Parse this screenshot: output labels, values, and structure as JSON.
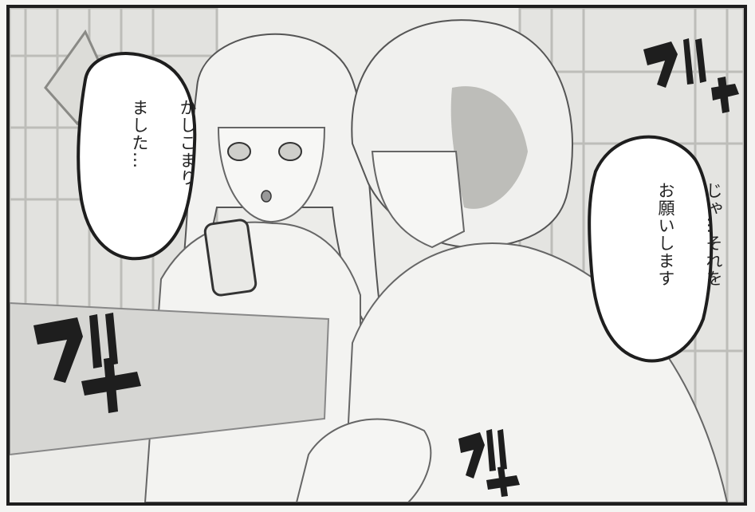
{
  "dialogue": {
    "left_bubble": {
      "line1": "かしこまり",
      "line2": "ました…"
    },
    "right_bubble": {
      "line1": "じゃ…それを",
      "line2": "お願いします"
    }
  },
  "sound_effects": [
    {
      "id": "sfx-top-right",
      "text": "ガリャ"
    },
    {
      "id": "sfx-left",
      "text": "ガリャ"
    },
    {
      "id": "sfx-bottom",
      "text": "ガリャ"
    }
  ],
  "colors": {
    "ink": "#1e1e1e",
    "paper": "#ecece9",
    "tone": "#d6d6d3"
  }
}
